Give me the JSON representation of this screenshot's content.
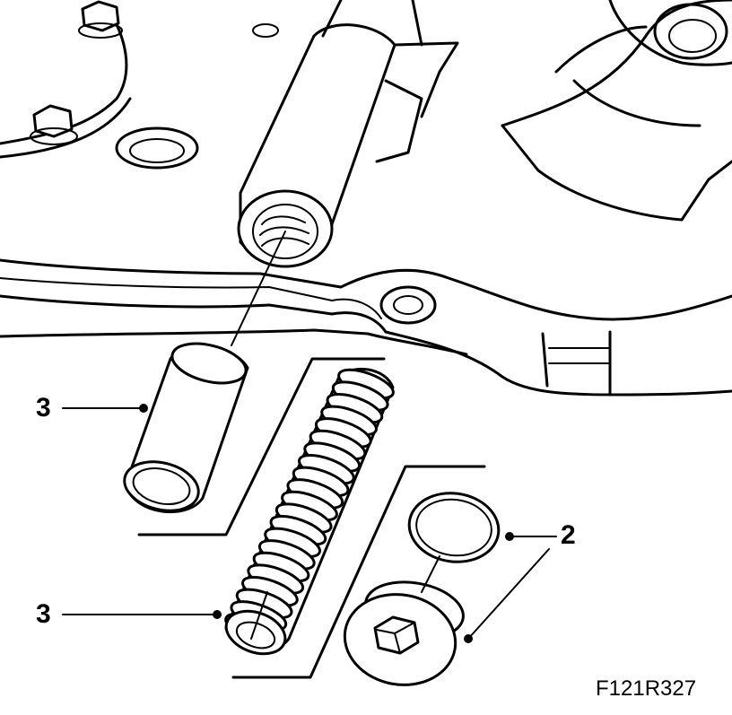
{
  "figure": {
    "code": "F121R327",
    "callouts": [
      {
        "id": "sleeve",
        "label": "3"
      },
      {
        "id": "spring",
        "label": "3"
      },
      {
        "id": "plug-and-seal",
        "label": "2"
      }
    ]
  }
}
